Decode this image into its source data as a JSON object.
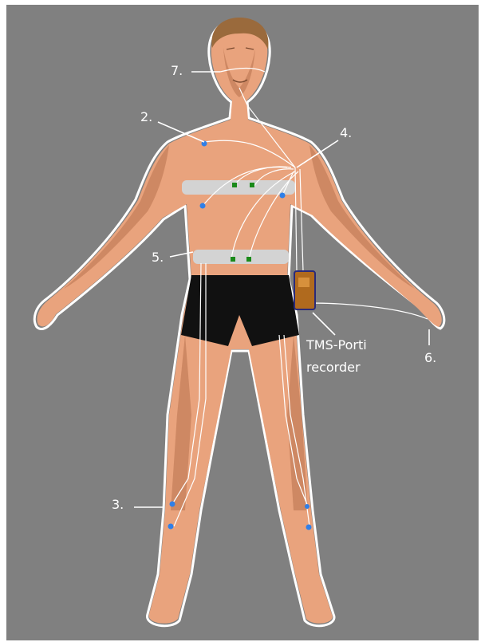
{
  "labels": {
    "chest_label": "2.",
    "leg_label": "3.",
    "shoulder_label": "4.",
    "belt_label": "5.",
    "hand_label": "6.",
    "nose_label": "7.",
    "recorder_line1": "TMS-Porti",
    "recorder_line2": "recorder"
  },
  "colors": {
    "background": "#808080",
    "skin": "#e9a37d",
    "skin_shadow": "#b8734f",
    "shorts": "#111111",
    "belt": "#d3d3d3",
    "electrode_blue": "#2f7fe8",
    "electrode_green": "#1a8a1a",
    "recorder": "#b06a1e",
    "wire": "#ffffff"
  }
}
